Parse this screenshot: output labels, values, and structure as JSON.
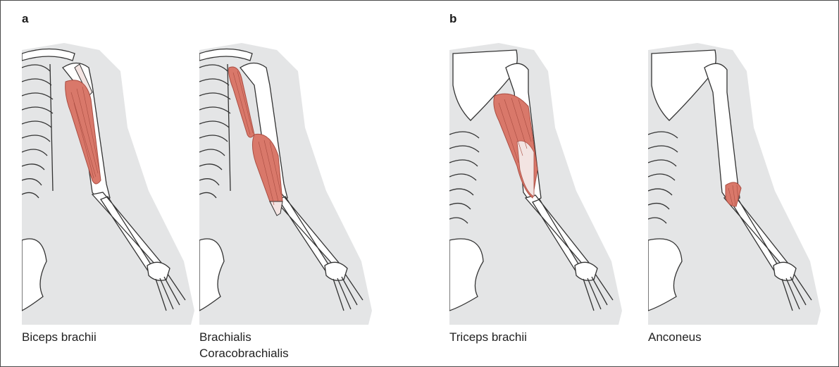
{
  "panels": [
    {
      "letter": "a"
    },
    {
      "letter": "b"
    }
  ],
  "figures": [
    {
      "id": "biceps",
      "caption": [
        "Biceps brachii"
      ]
    },
    {
      "id": "brachialis",
      "caption": [
        "Brachialis",
        "Coracobrachialis"
      ]
    },
    {
      "id": "triceps",
      "caption": [
        "Triceps brachii"
      ]
    },
    {
      "id": "anconeus",
      "caption": [
        "Anconeus"
      ]
    }
  ],
  "colors": {
    "body_silhouette": "#e4e5e6",
    "bone_fill": "#ffffff",
    "bone_outline": "#333333",
    "muscle": "#d9786a",
    "muscle_striation": "#a94d42",
    "tendon": "#f3e4e2"
  }
}
